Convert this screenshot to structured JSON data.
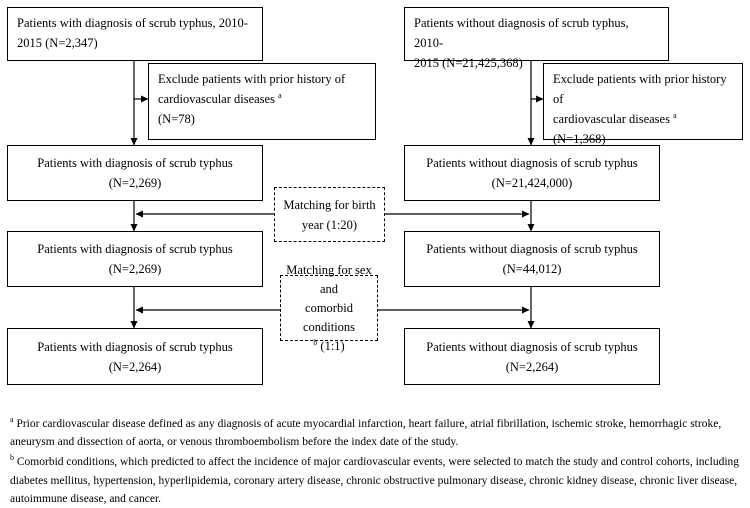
{
  "flow": {
    "left_top": {
      "line1": "Patients with diagnosis of scrub typhus, 2010-",
      "line2": "2015 (N=2,347)"
    },
    "left_exclude": {
      "line1": "Exclude patients with prior history of",
      "line2": "cardiovascular diseases",
      "marker": "a",
      "line3": "(N=78)"
    },
    "left_step1": {
      "title": "Patients with diagnosis of scrub typhus",
      "count": "(N=2,269)"
    },
    "left_step2": {
      "title": "Patients with diagnosis of scrub typhus",
      "count": "(N=2,269)"
    },
    "left_final": {
      "title": "Patients with diagnosis of scrub typhus",
      "count": "(N=2,264)"
    },
    "right_top": {
      "line1": "Patients without diagnosis of scrub typhus, 2010-",
      "line2": "2015 (N=21,425,368)"
    },
    "right_exclude": {
      "line1": "Exclude patients with prior history of",
      "line2": "cardiovascular diseases",
      "marker": "a",
      "line3": "(N=1,368)"
    },
    "right_step1": {
      "title": "Patients without diagnosis of scrub typhus",
      "count": "(N=21,424,000)"
    },
    "right_step2": {
      "title": "Patients without diagnosis of scrub typhus",
      "count": "(N=44,012)"
    },
    "right_final": {
      "title": "Patients without diagnosis of scrub typhus",
      "count": "(N=2,264)"
    },
    "match_birth": {
      "line1": "Matching for birth",
      "line2": "year (1:20)"
    },
    "match_sex": {
      "line1": "Matching for sex and",
      "line2": "comorbid conditions",
      "marker": "b",
      "line3": "(1:1)"
    }
  },
  "footnotes": {
    "a": {
      "marker": "a",
      "text": "Prior cardiovascular disease defined as any diagnosis of acute myocardial infarction, heart failure, atrial fibrillation, ischemic stroke, hemorrhagic stroke, aneurysm and dissection of aorta, or venous thromboembolism before the index date of the study."
    },
    "b": {
      "marker": "b",
      "text": "Comorbid conditions, which predicted to affect the incidence of major cardiovascular events, were selected to match the study and control cohorts, including diabetes mellitus, hypertension, hyperlipidemia, coronary artery disease, chronic obstructive pulmonary disease, chronic kidney disease, chronic liver disease, autoimmune disease, and cancer."
    }
  }
}
